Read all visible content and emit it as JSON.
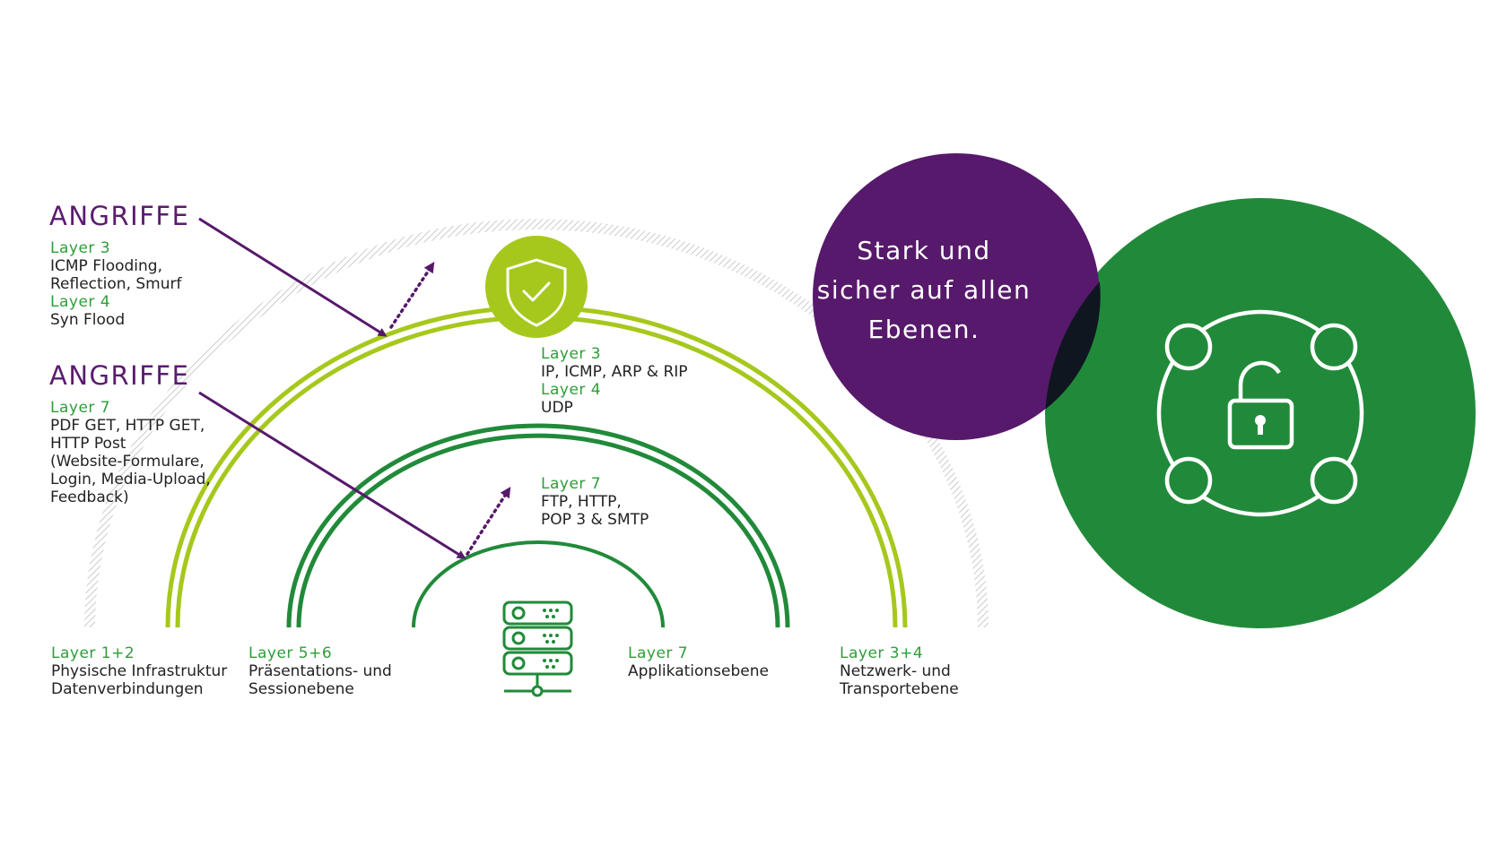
{
  "colors": {
    "purple": "#57196b",
    "dark_green": "#218a3a",
    "lime": "#a6c81d",
    "label_green": "#2e9e3a",
    "text": "#222222",
    "hatch": "#d4d4d4",
    "overlap": "#0f1620"
  },
  "attacks_top": {
    "title": "ANGRIFFE",
    "layer3_label": "Layer 3",
    "layer3_lines": [
      "ICMP Flooding,",
      "Reflection, Smurf"
    ],
    "layer4_label": "Layer 4",
    "layer4_lines": [
      "Syn Flood"
    ]
  },
  "attacks_bottom": {
    "title": "ANGRIFFE",
    "layer7_label": "Layer 7",
    "layer7_lines": [
      "PDF GET, HTTP GET,",
      "HTTP Post",
      "(Website-Formulare,",
      "Login, Media-Upload,",
      "Feedback)"
    ]
  },
  "protection_outer": {
    "layer3_label": "Layer 3",
    "layer3_text": "IP, ICMP, ARP & RIP",
    "layer4_label": "Layer 4",
    "layer4_text": "UDP"
  },
  "protection_inner": {
    "layer7_label": "Layer 7",
    "layer7_lines": [
      "FTP, HTTP,",
      "POP 3 & SMTP"
    ]
  },
  "bottom_labels": [
    {
      "label": "Layer 1+2",
      "lines": [
        "Physische Infrastruktur",
        "Datenverbindungen"
      ]
    },
    {
      "label": "Layer 5+6",
      "lines": [
        "Präsentations- und",
        "Sessionebene"
      ]
    },
    {
      "label": "Layer 7",
      "lines": [
        "Applikationsebene"
      ]
    },
    {
      "label": "Layer 3+4",
      "lines": [
        "Netzwerk- und",
        "Transportebene"
      ]
    }
  ],
  "slogan": {
    "lines": [
      "Stark und",
      "sicher auf allen",
      "Ebenen."
    ]
  },
  "icons": {
    "shield": "shield-check-icon",
    "server": "server-rack-icon",
    "network_lock": "network-lock-icon"
  }
}
